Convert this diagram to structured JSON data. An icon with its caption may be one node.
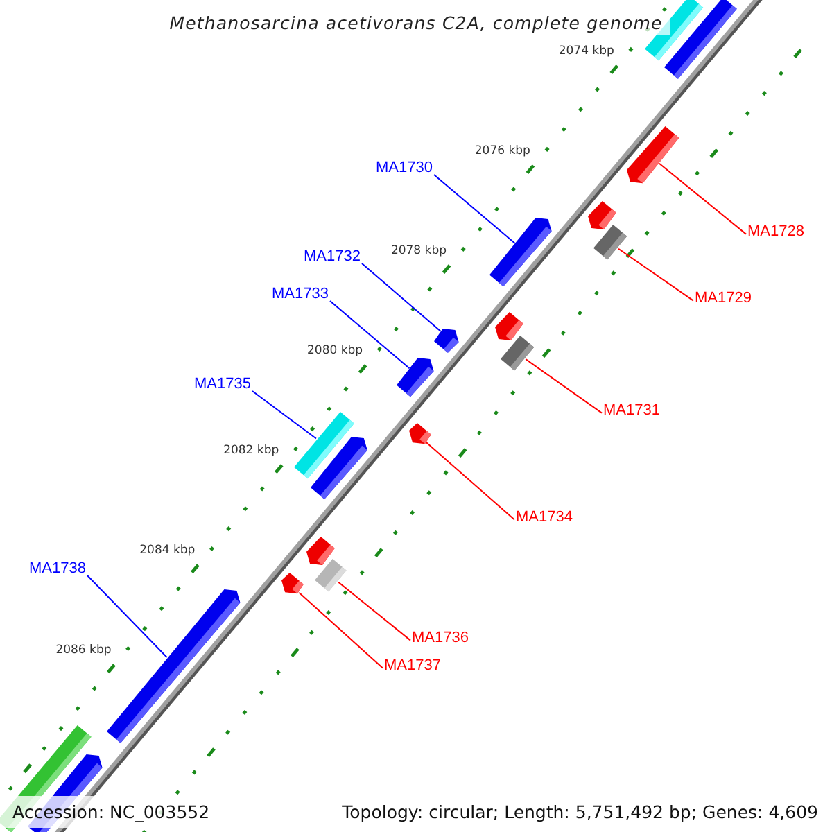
{
  "diagram": {
    "title": "Methanosarcina acetivorans C2A, complete genome",
    "nodes": [
      {
        "text": [],
        "shape": "bar"
      },
      {
        "text": [],
        "shape": "bar"
      },
      {
        "text": [],
        "shape": "pentagon"
      },
      {
        "text": [
          "MA1730"
        ]
      },
      {
        "text": [
          "MA1728"
        ]
      },
      {
        "text": [],
        "shape": "pentagon"
      },
      {
        "text": [],
        "shape": "bar"
      },
      {
        "text": [],
        "shape": "pentagon"
      },
      {
        "text": [
          "MA1732"
        ]
      },
      {
        "text": [
          "MA1733"
        ]
      },
      {
        "text": [
          "MA1729"
        ]
      },
      {
        "text": [],
        "shape": "pentagon"
      },
      {
        "text": [],
        "shape": "bar"
      },
      {
        "text": [],
        "shape": "pentagon"
      },
      {
        "text": [],
        "shape": "pentagon"
      },
      {
        "text": [
          "MA1735"
        ]
      },
      {
        "text": [
          "MA1731"
        ]
      },
      {
        "text": [],
        "shape": "pentagon"
      },
      {
        "text": [],
        "shape": "bar"
      },
      {
        "text": [],
        "shape": "pentagon"
      },
      {
        "text": [
          "MA1734"
        ]
      },
      {
        "text": [],
        "shape": "pentagon"
      },
      {
        "text": [],
        "shape": "bar"
      },
      {
        "text": [
          "MA1738"
        ]
      },
      {
        "text": [],
        "shape": "pentagon"
      },
      {
        "text": [],
        "shape": "pentagon"
      },
      {
        "text": [
          "MA1736"
        ]
      },
      {
        "text": [
          "MA1737"
        ]
      },
      {
        "text": [],
        "shape": "bar"
      },
      {
        "text": [],
        "shape": "pentagon"
      }
    ],
    "edges": [
      {
        "from": 3,
        "to": 7,
        "arrow": "none",
        "color": "#0000ff"
      },
      {
        "from": 4,
        "to": 2,
        "arrow": "none"
      },
      {
        "from": 8,
        "to": 13,
        "arrow": "none",
        "color": "#0000ff"
      },
      {
        "from": 9,
        "to": 14,
        "arrow": "none",
        "color": "#0000ff"
      },
      {
        "from": 10,
        "to": 6,
        "arrow": "none"
      },
      {
        "from": 15,
        "to": 18,
        "arrow": "none",
        "color": "#0000ff"
      },
      {
        "from": 16,
        "to": 12,
        "arrow": "none"
      },
      {
        "from": 20,
        "to": 17,
        "arrow": "none"
      },
      {
        "from": 23,
        "to": 25,
        "arrow": "none",
        "color": "#0000ff"
      },
      {
        "from": 26,
        "to": 22,
        "arrow": "none"
      },
      {
        "from": 27,
        "to": 24,
        "arrow": "none"
      }
    ],
    "labels": [
      "2074 kbp",
      "2076 kbp",
      "2078 kbp",
      "2080 kbp",
      "2082 kbp",
      "2084 kbp",
      "2086 kbp",
      "Accession: NC_003552",
      "Topology: circular; Length: 5,751,492 bp; Genes: 4,609"
    ]
  }
}
